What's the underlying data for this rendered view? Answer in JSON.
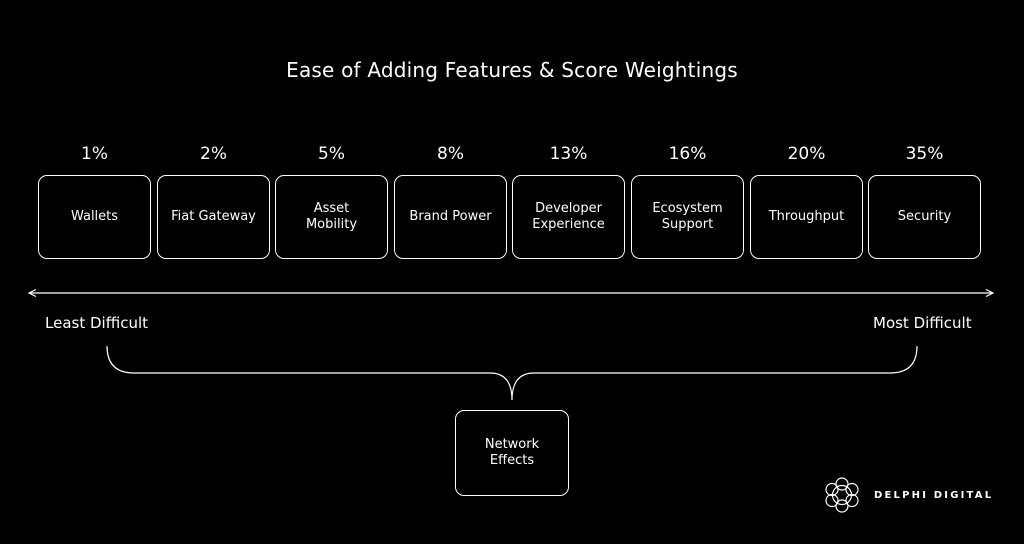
{
  "title": "Ease of Adding Features & Score Weightings",
  "features": [
    {
      "label": "Wallets",
      "weight": "1%"
    },
    {
      "label": "Fiat Gateway",
      "weight": "2%"
    },
    {
      "label": "Asset Mobility",
      "weight": "5%"
    },
    {
      "label": "Brand Power",
      "weight": "8%"
    },
    {
      "label": "Developer Experience",
      "weight": "13%"
    },
    {
      "label": "Ecosystem Support",
      "weight": "16%"
    },
    {
      "label": "Throughput",
      "weight": "20%"
    },
    {
      "label": "Security",
      "weight": "35%"
    }
  ],
  "scale": {
    "left_label": "Least Difficult",
    "right_label": "Most Difficult"
  },
  "network_effects": "Network Effects",
  "brand": {
    "name": "DELPHI DIGITAL",
    "icon": "delphi-logo-icon"
  }
}
